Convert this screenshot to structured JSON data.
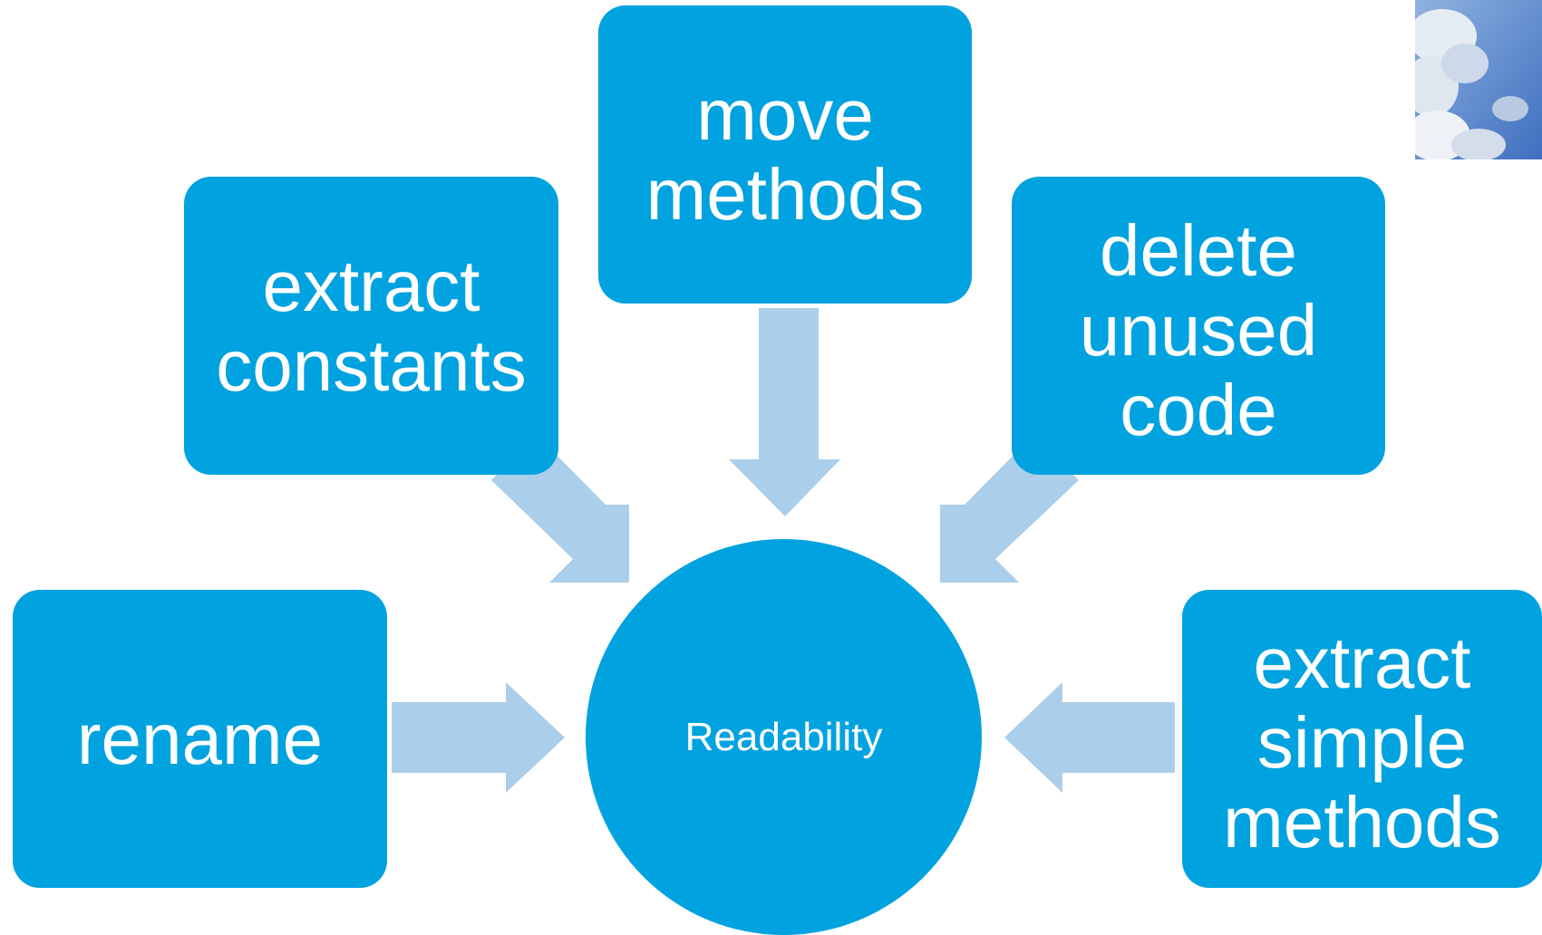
{
  "diagram": {
    "center": {
      "label": "Readability"
    },
    "nodes": [
      {
        "id": "rename",
        "label": "rename"
      },
      {
        "id": "extract-constants",
        "label": "extract\nconstants"
      },
      {
        "id": "move-methods",
        "label": "move\nmethods"
      },
      {
        "id": "delete-unused-code",
        "label": "delete\nunused\ncode"
      },
      {
        "id": "extract-simple-methods",
        "label": "extract\nsimple\nmethods"
      }
    ],
    "colors": {
      "node": "#00a2df",
      "arrow": "#abcfea",
      "text": "#ffffff"
    }
  }
}
